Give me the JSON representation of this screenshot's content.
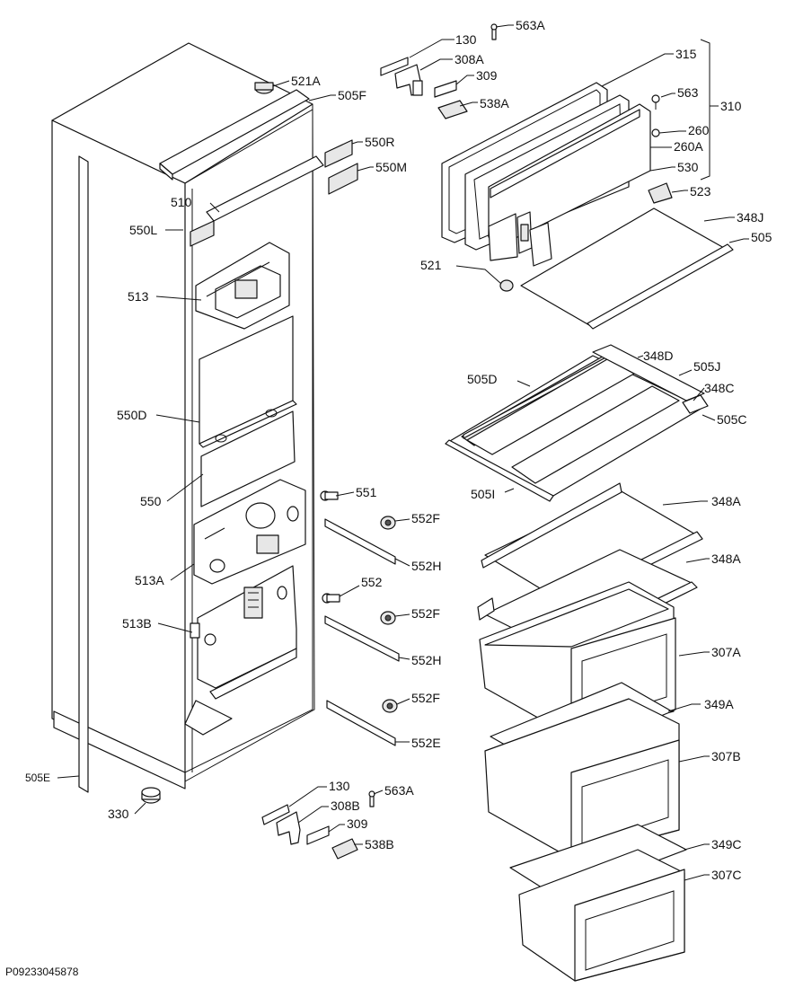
{
  "drawing_number": "P09233045878",
  "labels": {
    "l130_top": "130",
    "l563a_top": "563A",
    "l308a": "308A",
    "l309_top": "309",
    "l538a": "538A",
    "l315": "315",
    "l563": "563",
    "l310": "310",
    "l260": "260",
    "l260a": "260A",
    "l530": "530",
    "l523": "523",
    "l348j": "348J",
    "l505": "505",
    "l521": "521",
    "l521a": "521A",
    "l505f": "505F",
    "l550r": "550R",
    "l550m": "550M",
    "l510": "510",
    "l550l": "550L",
    "l513": "513",
    "l550d": "550D",
    "l550": "550",
    "l551": "551",
    "l552f_1": "552F",
    "l552h_1": "552H",
    "l513a": "513A",
    "l552": "552",
    "l552f_2": "552F",
    "l513b": "513B",
    "l552h_2": "552H",
    "l552f_3": "552F",
    "l552e": "552E",
    "l348d": "348D",
    "l505j": "505J",
    "l505d": "505D",
    "l348c": "348C",
    "l505c": "505C",
    "l505i": "505I",
    "l348a_1": "348A",
    "l348a_2": "348A",
    "l307a": "307A",
    "l349a": "349A",
    "l307b": "307B",
    "l349c": "349C",
    "l307c": "307C",
    "l505e": "505E",
    "l330": "330",
    "l130_bot": "130",
    "l563a_bot": "563A",
    "l308b": "308B",
    "l309_bot": "309",
    "l538b": "538B"
  }
}
